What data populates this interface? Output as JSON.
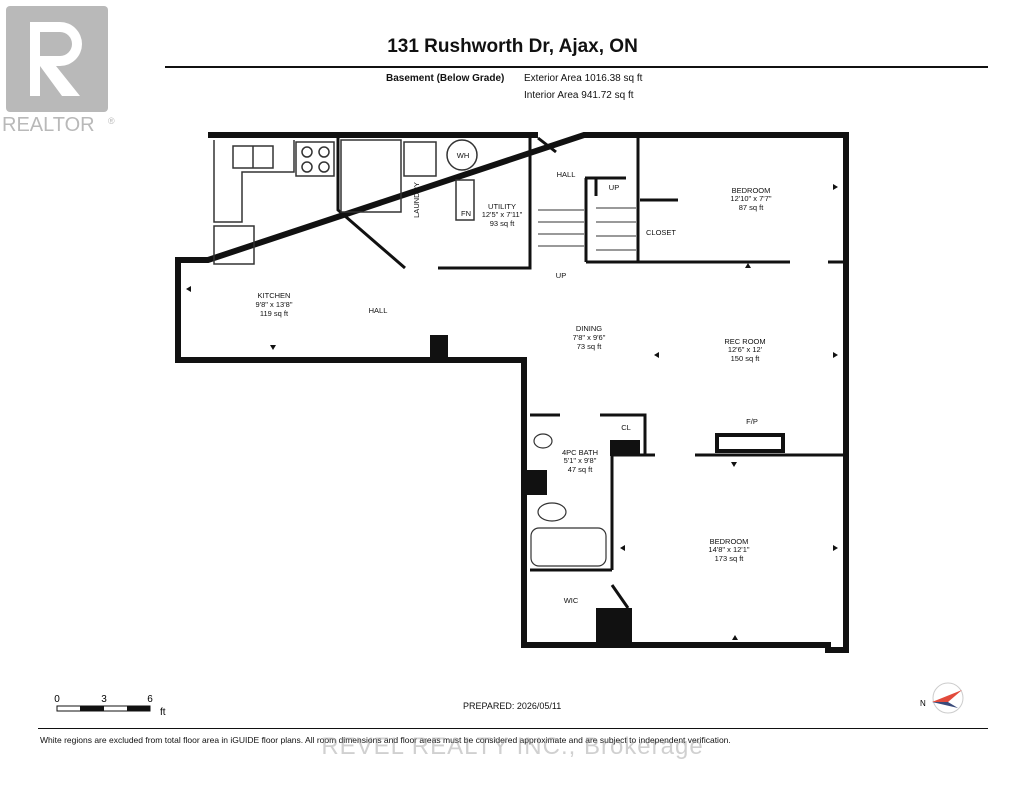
{
  "branding": {
    "logo_text": "REALTOR",
    "logo_reg": "®",
    "brand_color": "#b9b9b9"
  },
  "header": {
    "address": "131 Rushworth Dr, Ajax, ON",
    "floor_label": "Basement (Below Grade)",
    "exterior_area": "Exterior Area 1016.38 sq ft",
    "interior_area": "Interior Area 941.72 sq ft"
  },
  "rooms": {
    "kitchen": {
      "name": "KITCHEN",
      "dims": "9'8\" x 13'8\"",
      "area": "119 sq ft"
    },
    "utility": {
      "name": "UTILITY",
      "dims": "12'5\" x 7'11\"",
      "area": "93 sq ft"
    },
    "bedroom1": {
      "name": "BEDROOM",
      "dims": "12'10\" x 7'7\"",
      "area": "87 sq ft"
    },
    "dining": {
      "name": "DINING",
      "dims": "7'8\" x 9'6\"",
      "area": "73 sq ft"
    },
    "rec_room": {
      "name": "REC ROOM",
      "dims": "12'6\" x 12'",
      "area": "150 sq ft"
    },
    "bath": {
      "name": "4PC BATH",
      "dims": "5'1\" x 9'8\"",
      "area": "47 sq ft"
    },
    "bedroom2": {
      "name": "BEDROOM",
      "dims": "14'8\" x 12'1\"",
      "area": "173 sq ft"
    }
  },
  "labels": {
    "hall_left": "HALL",
    "hall_top": "HALL",
    "laundry": "LAUNDRY",
    "wh": "WH",
    "fn": "FN",
    "closet": "CLOSET",
    "cl": "CL",
    "fp": "F/P",
    "wic": "WIC",
    "up_top": "UP",
    "up_bottom": "UP"
  },
  "scale_bar": {
    "ticks": [
      "0",
      "3",
      "6"
    ],
    "unit": "ft"
  },
  "footer": {
    "prepared": "PREPARED: 2026/05/11",
    "compass_letter": "N",
    "disclaimer": "White regions are excluded from total floor area in iGUIDE floor plans. All room dimensions and floor areas must be considered approximate and are subject to independent verification.",
    "watermark": "REVEL REALTY INC., Brokerage"
  }
}
